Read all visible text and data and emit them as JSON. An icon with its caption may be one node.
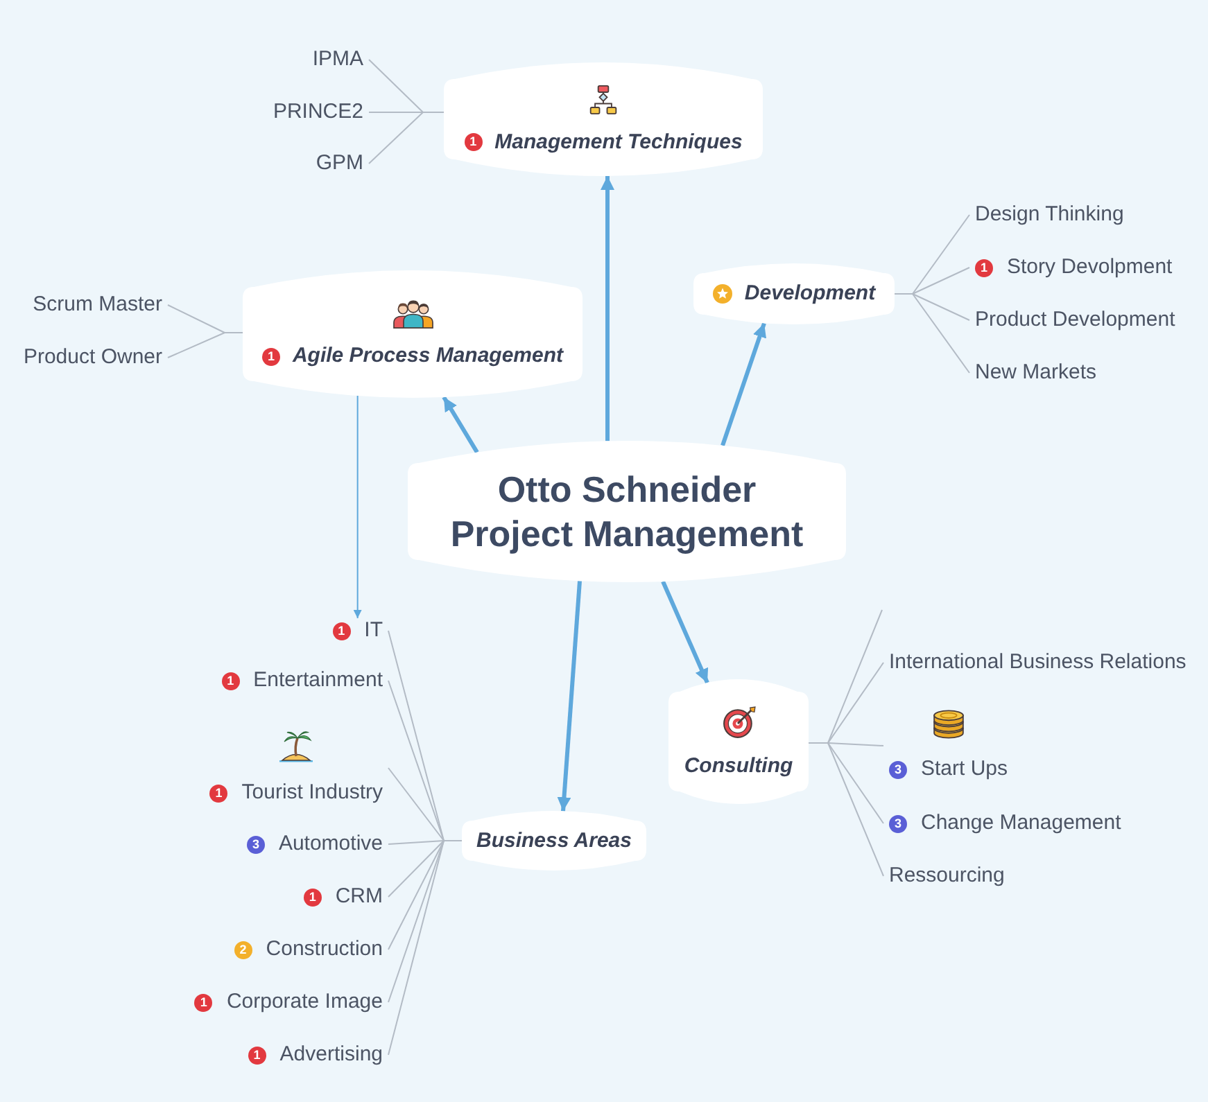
{
  "diagram": {
    "nodes": [
      {
        "text": [
          "Otto Schneider Project Management"
        ]
      },
      {
        "text": [
          "1",
          "Management Techniques"
        ]
      },
      {
        "text": [
          "IPMA"
        ]
      },
      {
        "text": [
          "PRINCE2"
        ]
      },
      {
        "text": [
          "GPM"
        ]
      },
      {
        "text": [
          "1",
          "Agile Process Management"
        ]
      },
      {
        "text": [
          "Scrum Master"
        ]
      },
      {
        "text": [
          "Product Owner"
        ]
      },
      {
        "text": [
          "Development"
        ]
      },
      {
        "text": [
          "Design Thinking"
        ]
      },
      {
        "text": [
          "1",
          "Story Devolpment"
        ]
      },
      {
        "text": [
          "Product Development"
        ]
      },
      {
        "text": [
          "New Markets"
        ]
      },
      {
        "text": [
          "Consulting"
        ]
      },
      {
        "text": [
          "International Business Relations"
        ]
      },
      {
        "text": [
          "3",
          "Start Ups"
        ]
      },
      {
        "text": [
          "3",
          "Change Management"
        ]
      },
      {
        "text": [
          "Ressourcing"
        ]
      },
      {
        "text": [
          "Business Areas"
        ]
      },
      {
        "text": [
          "1",
          "IT"
        ]
      },
      {
        "text": [
          "1",
          "Entertainment"
        ]
      },
      {
        "text": [
          "1",
          "Tourist Industry"
        ]
      },
      {
        "text": [
          "3",
          "Automotive"
        ]
      },
      {
        "text": [
          "1",
          "CRM"
        ]
      },
      {
        "text": [
          "2",
          "Construction"
        ]
      },
      {
        "text": [
          "1",
          "Corporate Image"
        ]
      },
      {
        "text": [
          "1",
          "Advertising"
        ]
      }
    ],
    "edges": [
      {
        "from": 0,
        "to": 1,
        "arrow": "to",
        "style": "thick",
        "color": "#5ea8dc"
      },
      {
        "from": 1,
        "to": 2,
        "arrow": "none"
      },
      {
        "from": 1,
        "to": 3,
        "arrow": "none"
      },
      {
        "from": 1,
        "to": 4,
        "arrow": "none"
      },
      {
        "from": 0,
        "to": 5,
        "arrow": "to",
        "style": "thick",
        "color": "#5ea8dc"
      },
      {
        "from": 5,
        "to": 6,
        "arrow": "none"
      },
      {
        "from": 5,
        "to": 7,
        "arrow": "none"
      },
      {
        "from": 5,
        "to": 19,
        "arrow": "to",
        "color": "#5ea8dc"
      },
      {
        "from": 0,
        "to": 8,
        "arrow": "to",
        "style": "thick",
        "color": "#5ea8dc"
      },
      {
        "from": 8,
        "to": 9,
        "arrow": "none"
      },
      {
        "from": 8,
        "to": 10,
        "arrow": "none"
      },
      {
        "from": 8,
        "to": 11,
        "arrow": "none"
      },
      {
        "from": 8,
        "to": 12,
        "arrow": "none"
      },
      {
        "from": 0,
        "to": 13,
        "arrow": "to",
        "style": "thick",
        "color": "#5ea8dc"
      },
      {
        "from": 13,
        "to": null,
        "arrow": "none"
      },
      {
        "from": 13,
        "to": 14,
        "arrow": "none"
      },
      {
        "from": 13,
        "to": 15,
        "arrow": "none"
      },
      {
        "from": 13,
        "to": 16,
        "arrow": "none"
      },
      {
        "from": 13,
        "to": 17,
        "arrow": "none"
      },
      {
        "from": 0,
        "to": 18,
        "arrow": "to",
        "style": "thick",
        "color": "#5ea8dc"
      },
      {
        "from": 18,
        "to": 19,
        "arrow": "none"
      },
      {
        "from": 18,
        "to": 20,
        "arrow": "none"
      },
      {
        "from": 18,
        "to": 21,
        "arrow": "none"
      },
      {
        "from": 18,
        "to": 22,
        "arrow": "none"
      },
      {
        "from": 18,
        "to": 23,
        "arrow": "none"
      },
      {
        "from": 18,
        "to": 24,
        "arrow": "none"
      },
      {
        "from": 18,
        "to": 25,
        "arrow": "none"
      },
      {
        "from": 18,
        "to": 26,
        "arrow": "none"
      }
    ]
  }
}
